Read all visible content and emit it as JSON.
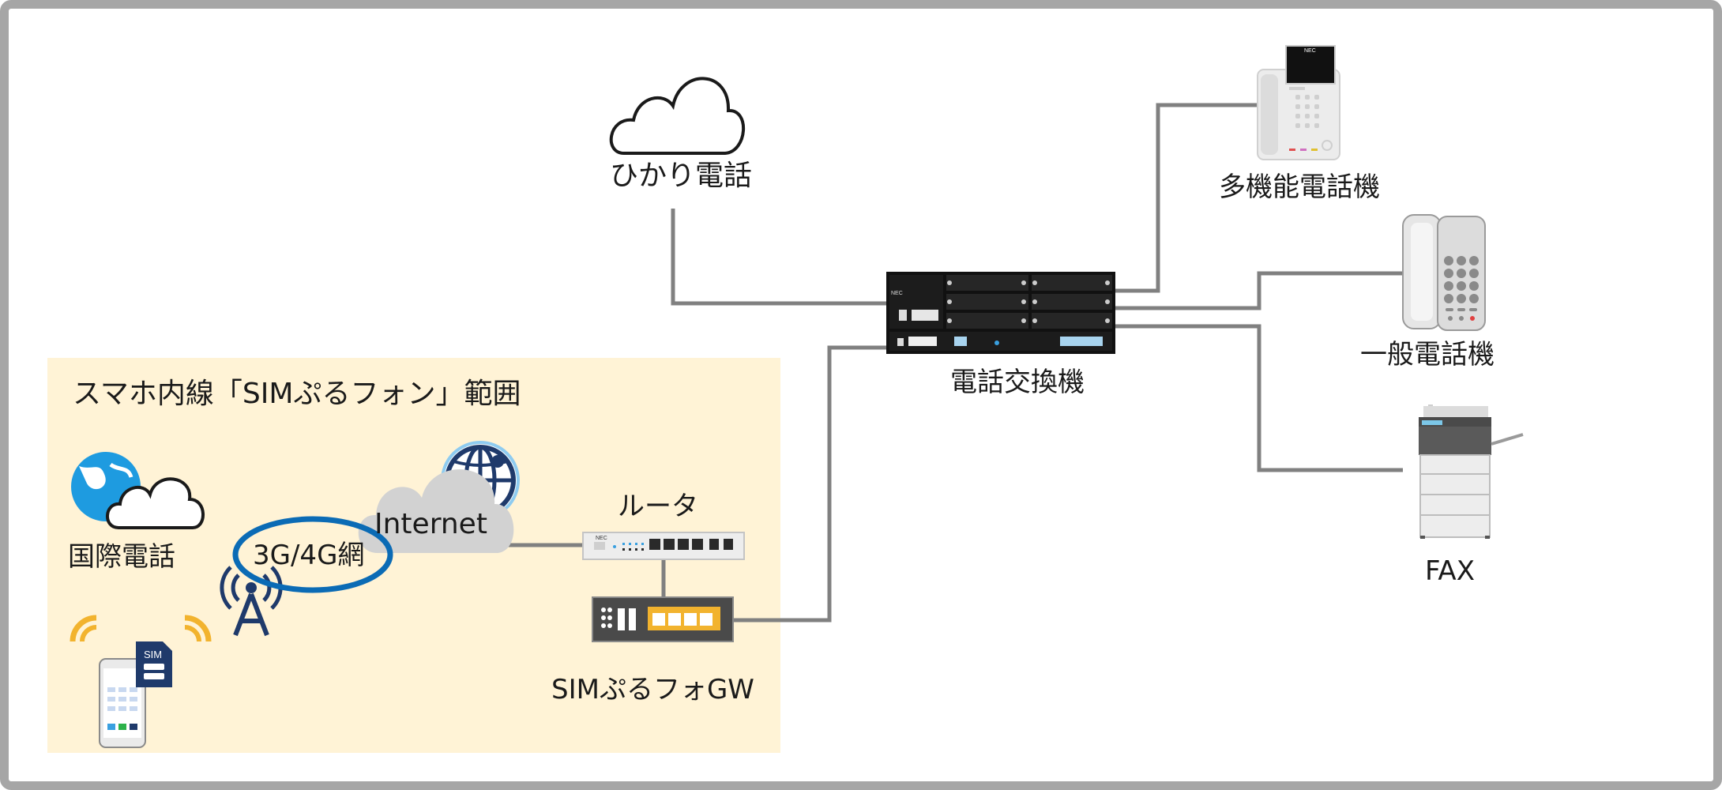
{
  "zone": {
    "title": "スマホ内線「SIMぷるフォン」範囲",
    "color": "#fff3d6"
  },
  "colors": {
    "line": "#808080",
    "ring": "#0b6bb5",
    "antenna": "#1f3a6b",
    "wifi": "#f2b32e",
    "globe": "#1e9be0"
  },
  "nodes": {
    "hikari": {
      "label": "ひかり電話",
      "icon": "cloud-icon"
    },
    "pbx": {
      "label": "電話交換機",
      "icon": "pbx-icon"
    },
    "multi_phone": {
      "label": "多機能電話機",
      "icon": "desk-phone-icon"
    },
    "general_phone": {
      "label": "一般電話機",
      "icon": "phone-icon"
    },
    "fax": {
      "label": "FAX",
      "icon": "fax-icon"
    },
    "router": {
      "label": "ルータ",
      "icon": "router-icon"
    },
    "gateway": {
      "label": "SIMぷるフォGW",
      "icon": "gateway-icon"
    },
    "internet": {
      "label": "Internet",
      "icon": "cloud-icon"
    },
    "mobile_net": {
      "label": "3G/4G網",
      "icon": "antenna-icon"
    },
    "intl_call": {
      "label": "国際電話",
      "icon": "globe-cloud-icon"
    },
    "smartphone": {
      "icon": "smartphone-icon",
      "sim_label": "SIM"
    },
    "pbx_brand": "NEC",
    "router_brand": "NEC",
    "phone_brand": "NEC"
  }
}
